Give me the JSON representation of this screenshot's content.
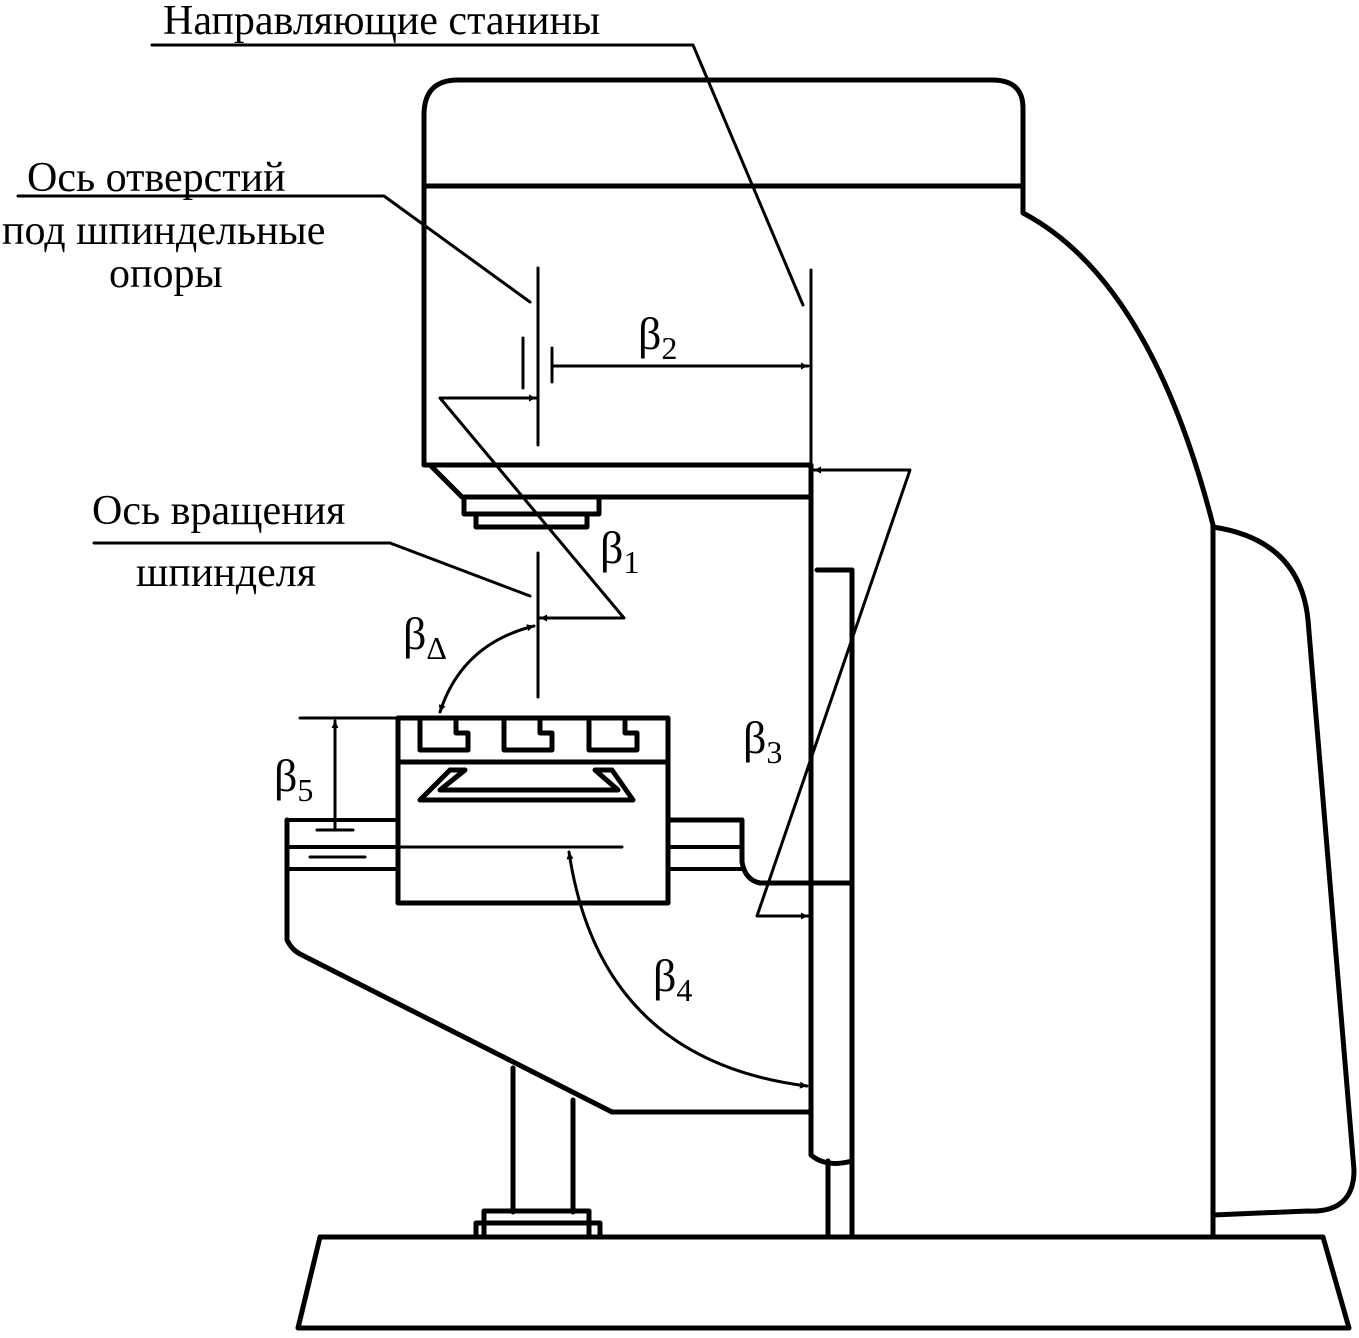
{
  "labels": {
    "frame_guides": "Направляющие станины",
    "hole_axis_line1": "Ось отверстий",
    "hole_axis_line2": "под шпиндельные",
    "hole_axis_line3": "опоры",
    "spindle_axis_line1": "Ось вращения",
    "spindle_axis_line2": "шпинделя"
  },
  "angles": [
    {
      "symbol": "β",
      "subscript": "2"
    },
    {
      "symbol": "β",
      "subscript": "1"
    },
    {
      "symbol": "β",
      "subscript": "Δ"
    },
    {
      "symbol": "β",
      "subscript": "3"
    },
    {
      "symbol": "β",
      "subscript": "5"
    },
    {
      "symbol": "β",
      "subscript": "4"
    }
  ],
  "colors": {
    "ink": "#000000",
    "paper": "#ffffff"
  }
}
